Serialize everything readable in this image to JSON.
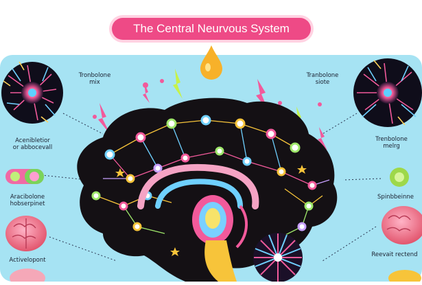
{
  "title": "The Central Neurvous System",
  "labels": {
    "top_left": {
      "line1": "Tronbolone",
      "line2": "mix"
    },
    "top_right": {
      "line1": "Tranbolone",
      "line2": "siote"
    },
    "mid_left": {
      "line1": "Acenibletior",
      "line2": "or abbocevall"
    },
    "mid_right": {
      "line1": "Trenbolone",
      "line2": "melrg"
    },
    "left_pill": {
      "line1": "Aracibolone",
      "line2": "hobserpinet"
    },
    "right_pill": {
      "line1": "Spinbbeinne",
      "line2": ""
    },
    "bottom_left": {
      "line1": "Activelopont",
      "line2": ""
    },
    "bottom_right": {
      "line1": "Reevait rectend",
      "line2": ""
    }
  },
  "colors": {
    "title_bg": "#ee4a86",
    "panel_bg": "#a6e3f3",
    "brain_fill": "#141014",
    "accent_pink": "#f25a9b",
    "accent_yellow": "#f7c43a"
  },
  "icons": [
    "neuron-cluster-icon",
    "pill-capsule-icon",
    "brain-icon",
    "drop-icon",
    "lightning-icon",
    "starburst-icon"
  ]
}
